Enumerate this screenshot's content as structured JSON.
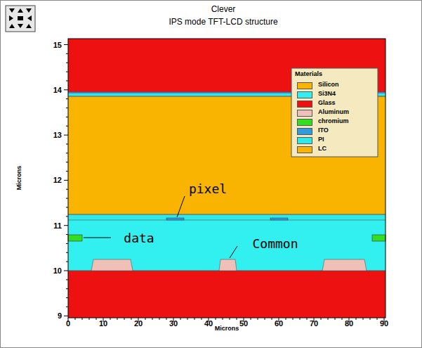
{
  "diagram": {
    "title": "Clever",
    "labels": [
      "IPS mode TFT-LCD structure",
      "Microns",
      "Microns",
      "9",
      "10",
      "11",
      "12",
      "13",
      "14",
      "15",
      "0",
      "10",
      "20",
      "30",
      "40",
      "50",
      "60",
      "70",
      "80",
      "90",
      "pixel",
      "data",
      "Common",
      "Materials"
    ],
    "legend": [
      {
        "text": "Silicon",
        "color": "#f8b400"
      },
      {
        "text": "Si3N4",
        "color": "#33f0f0"
      },
      {
        "text": "Glass",
        "color": "#ee1111"
      },
      {
        "text": "Aluminum",
        "color": "#eec0b8"
      },
      {
        "text": "chromium",
        "color": "#33dd22"
      },
      {
        "text": "ITO",
        "color": "#2e9be0"
      },
      {
        "text": "PI",
        "color": "#30e8e8"
      },
      {
        "text": "LC",
        "color": "#f8b400"
      }
    ]
  }
}
